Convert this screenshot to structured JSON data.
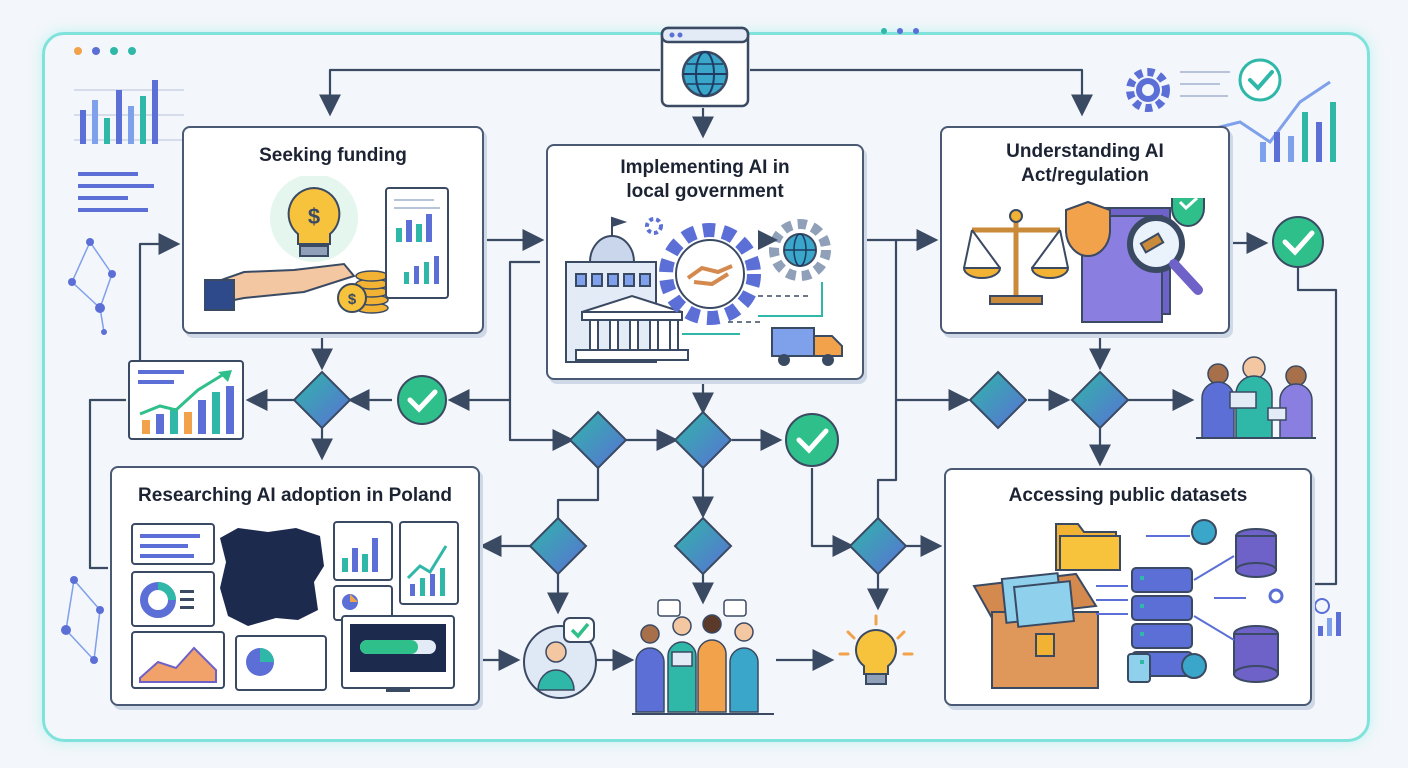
{
  "nodes": {
    "seeking_funding": "Seeking funding",
    "implementing_ai": "Implementing AI in local government",
    "understanding_ai_act": "Understanding AI Act/regulation",
    "researching_ai": "Researching AI adoption in Poland",
    "accessing_datasets": "Accessing public datasets"
  },
  "colors": {
    "frame": "#7fe3dc",
    "line": "#3b4a63",
    "check": "#2fbf8a",
    "diamond_a": "#2fb7a8",
    "diamond_b": "#5b6fd6"
  }
}
